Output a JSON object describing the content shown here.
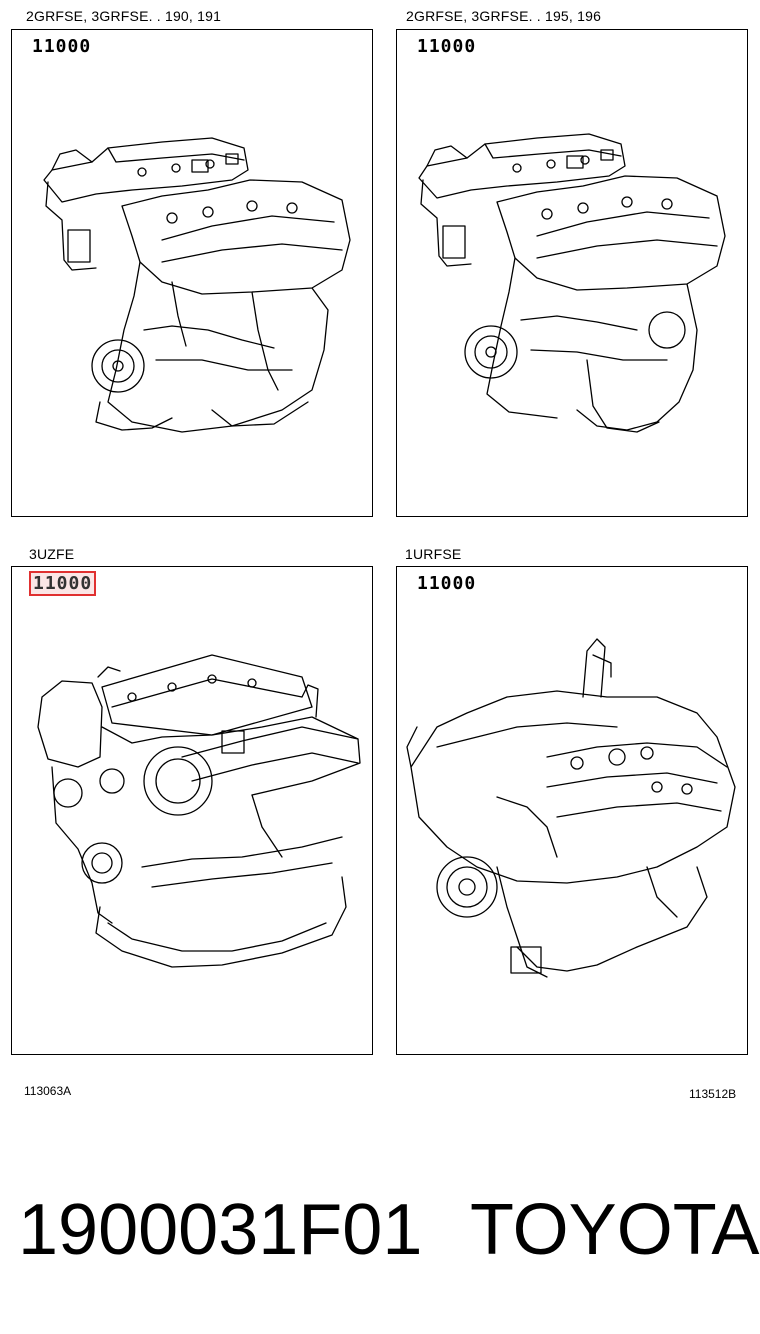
{
  "panels": [
    {
      "caption": "2GRFSE, 3GRFSE. . 190, 191",
      "part_no": "11000",
      "highlighted": false,
      "illustration": "engine-v6-icon"
    },
    {
      "caption": "2GRFSE, 3GRFSE. . 195, 196",
      "part_no": "11000",
      "highlighted": false,
      "illustration": "engine-v6-icon"
    },
    {
      "caption": "3UZFE",
      "part_no": "11000",
      "highlighted": true,
      "illustration": "engine-v8-icon"
    },
    {
      "caption": "1URFSE",
      "part_no": "11000",
      "highlighted": false,
      "illustration": "engine-v8-icon"
    }
  ],
  "refs": {
    "left": "113063A",
    "right": "113512B"
  },
  "footer": {
    "part_number": "1900031F01",
    "brand": "TOYOTA"
  },
  "colors": {
    "highlight": "#e03030",
    "line": "#000000"
  }
}
